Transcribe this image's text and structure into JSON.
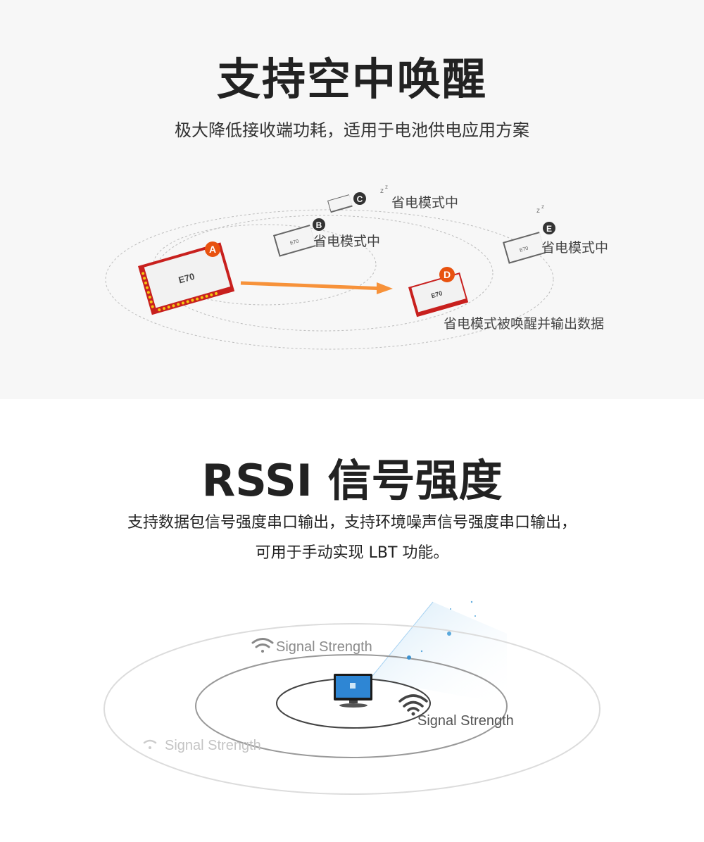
{
  "section_wakeup": {
    "title": "支持空中唤醒",
    "subtitle": "极大降低接收端功耗，适用于电池供电应用方案",
    "module_label": "E70",
    "nodes": [
      {
        "id": "A",
        "badge": "A",
        "state": "active",
        "label": ""
      },
      {
        "id": "B",
        "badge": "B",
        "state": "sleep",
        "label": "省电模式中"
      },
      {
        "id": "C",
        "badge": "C",
        "state": "sleep",
        "label": "省电模式中"
      },
      {
        "id": "D",
        "badge": "D",
        "state": "active",
        "label": "省电模式被唤醒并输出数据"
      },
      {
        "id": "E",
        "badge": "E",
        "state": "sleep",
        "label": "省电模式中"
      }
    ],
    "sleep_glyph": "zz",
    "colors": {
      "active": "#e8520f",
      "sleep": "#333333",
      "module_red": "#c8201e",
      "arrow": "#f7923a",
      "background": "#f7f7f7"
    }
  },
  "section_rssi": {
    "title": "RSSI 信号强度",
    "desc_line1": "支持数据包信号强度串口输出，支持环境噪声信号强度串口输出，",
    "desc_line2": "可用于手动实现 LBT 功能。",
    "signal_labels": [
      {
        "text": "Signal Strength",
        "level": "strong"
      },
      {
        "text": "Signal Strength",
        "level": "medium"
      },
      {
        "text": "Signal Strength",
        "level": "weak"
      }
    ],
    "colors": {
      "beam": "#8cc6ee",
      "dot": "#3d93d1"
    }
  }
}
